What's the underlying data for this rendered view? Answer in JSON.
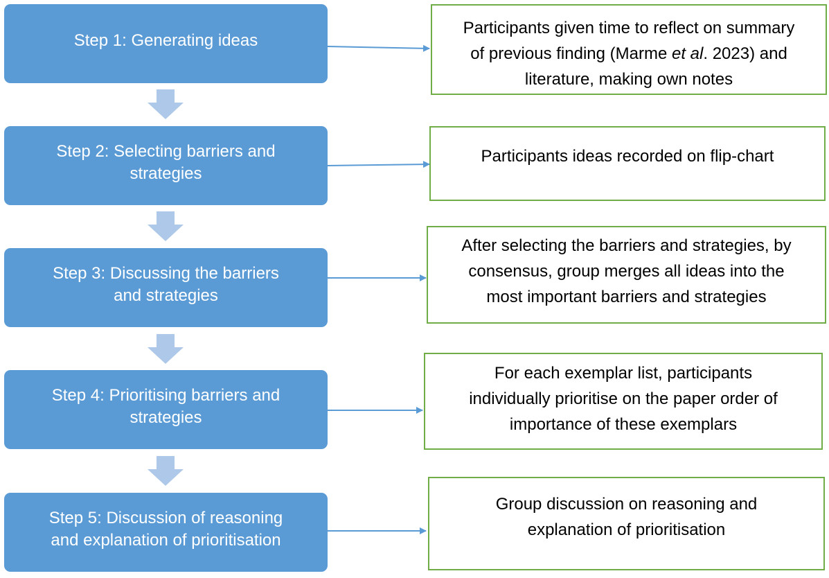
{
  "colors": {
    "step_fill": "#5b9bd5",
    "down_arrow_fill": "#adc8e8",
    "connector": "#5b9bd5",
    "description_border": "#70ad47"
  },
  "steps": [
    {
      "label": "Step 1: Generating ideas",
      "lines": [
        "Step 1: Generating ideas"
      ],
      "description_lines": [
        "Participants given time to reflect on summary",
        [
          "of previous finding (Marme ",
          "et al",
          ". 2023) and"
        ],
        "literature, making own notes"
      ]
    },
    {
      "label": "Step 2: Selecting barriers and strategies",
      "lines": [
        "Step 2: Selecting barriers and",
        "strategies"
      ],
      "description_lines": [
        "Participants ideas recorded on flip-chart"
      ]
    },
    {
      "label": "Step 3: Discussing the barriers and strategies",
      "lines": [
        "Step 3: Discussing the barriers",
        "and strategies"
      ],
      "description_lines": [
        "After selecting the barriers and strategies, by",
        "consensus, group merges all ideas into the",
        "most important barriers and strategies"
      ]
    },
    {
      "label": "Step 4: Prioritising barriers and strategies",
      "lines": [
        "Step 4: Prioritising barriers and",
        "strategies"
      ],
      "description_lines": [
        "For each exemplar list, participants",
        "individually prioritise on the paper order of",
        "importance of these exemplars"
      ]
    },
    {
      "label": "Step 5: Discussion of reasoning and explanation of prioritisation",
      "lines": [
        "Step 5: Discussion of reasoning",
        "and explanation of prioritisation"
      ],
      "description_lines": [
        "Group discussion on reasoning and",
        "explanation of prioritisation"
      ]
    }
  ]
}
